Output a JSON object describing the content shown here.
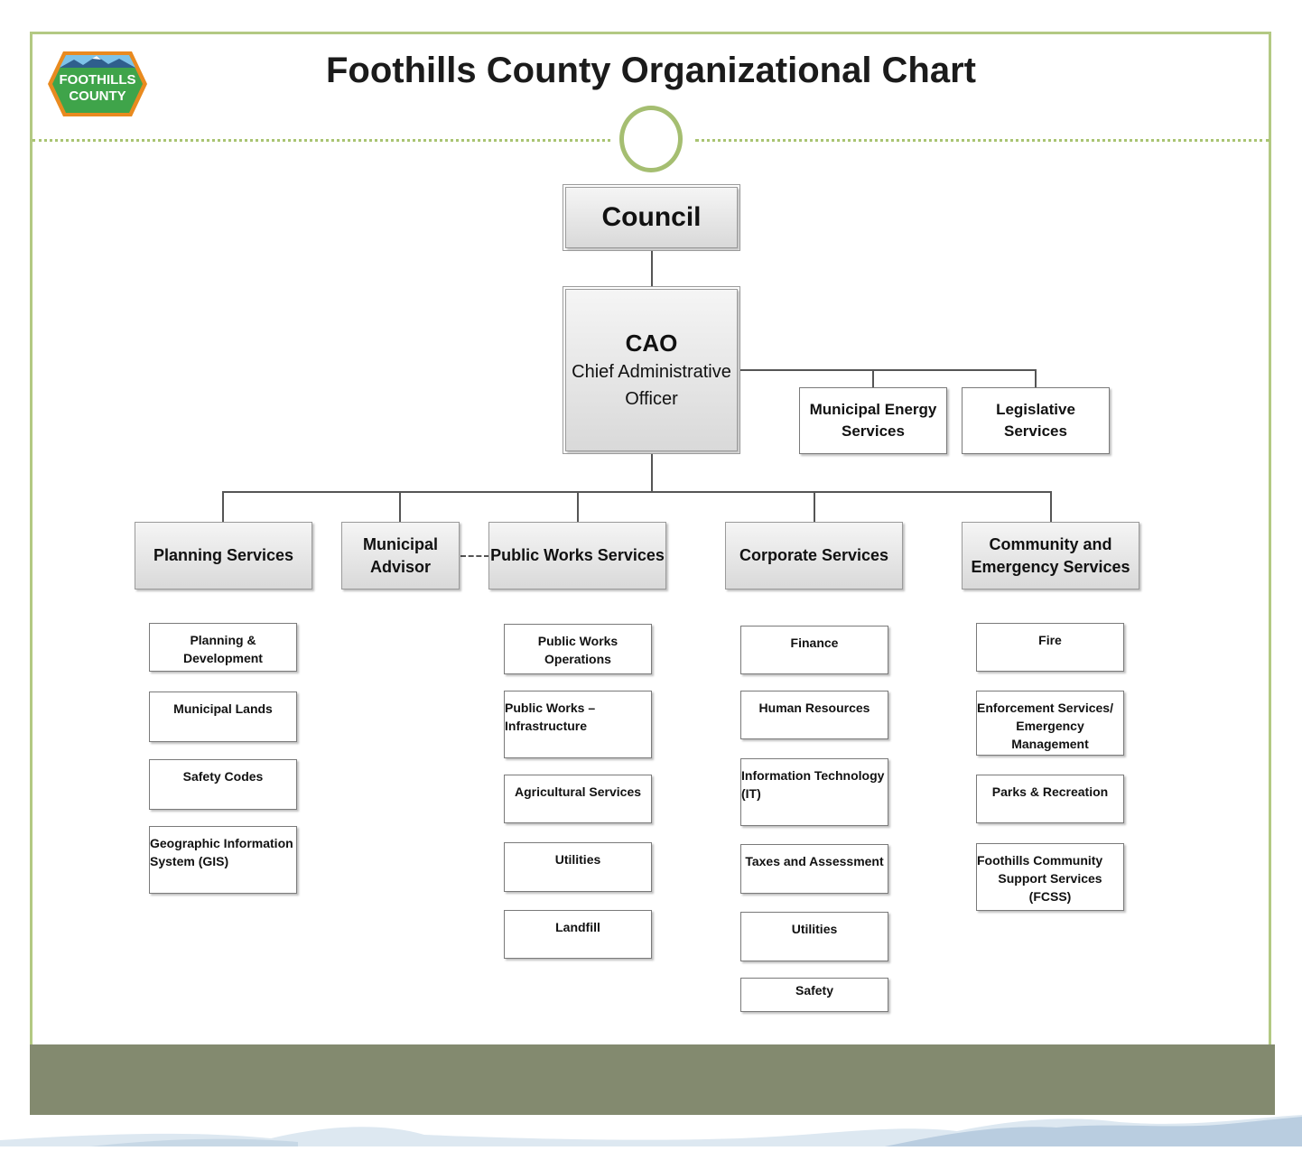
{
  "header": {
    "title": "Foothills County Organizational Chart",
    "logo_text": [
      "FOOTHILLS",
      "COUNTY"
    ]
  },
  "council": {
    "label": "Council"
  },
  "cao": {
    "abbr": "CAO",
    "name_line1": "Chief Administrative",
    "name_line2": "Officer"
  },
  "staff_units": {
    "energy": [
      "Municipal Energy",
      "Services"
    ],
    "legislative": "Legislative Services"
  },
  "departments": {
    "planning": {
      "label": "Planning Services",
      "units": [
        "Planning & Development",
        "Municipal Lands",
        "Safety Codes",
        "Geographic Information",
        "System (GIS)"
      ]
    },
    "advisor": {
      "label_line1": "Municipal",
      "label_line2": "Advisor"
    },
    "public_works": {
      "label": "Public Works Services",
      "units": [
        "Public Works Operations",
        "Public Works –",
        "Infrastructure",
        "Agricultural Services",
        "Utilities",
        "Landfill"
      ]
    },
    "corporate": {
      "label": "Corporate Services",
      "units": [
        "Finance",
        "Human Resources",
        "Information Technology",
        "(IT)",
        "Taxes and Assessment",
        "Utilities",
        "Safety"
      ]
    },
    "community": {
      "label_line1": "Community and",
      "label_line2": "Emergency Services",
      "units": [
        "Fire",
        "Enforcement Services/",
        "Emergency Management",
        "Parks & Recreation",
        "Foothills Community",
        "Support Services (FCSS)"
      ]
    }
  },
  "colors": {
    "accent": "#a9c472",
    "footer": "#838a6f",
    "line": "#555555"
  }
}
